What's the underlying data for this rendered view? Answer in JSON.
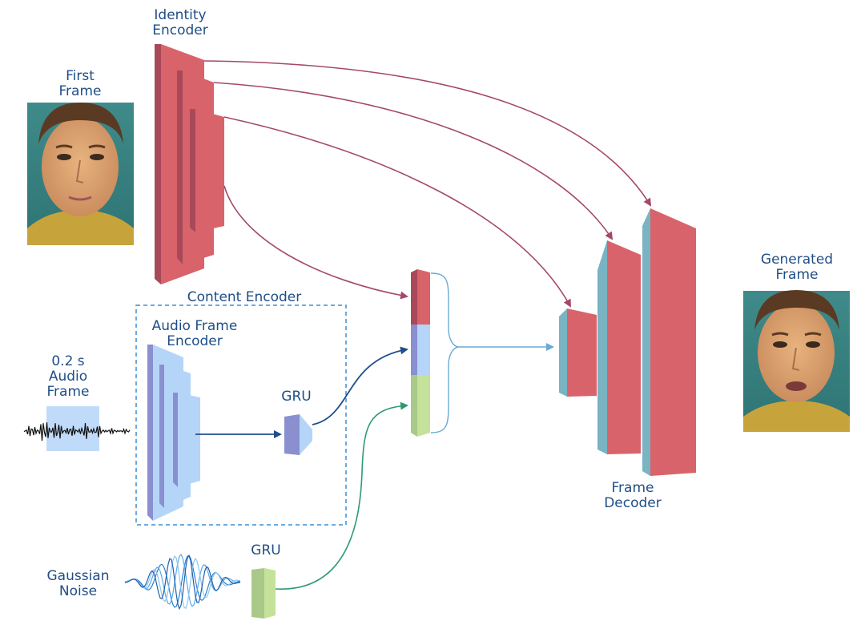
{
  "labels": {
    "identity_encoder": [
      "Identity",
      "Encoder"
    ],
    "first_frame": [
      "First",
      "Frame"
    ],
    "content_encoder": "Content Encoder",
    "audio_frame_encoder": [
      "Audio Frame",
      "Encoder"
    ],
    "audio_input": [
      "0.2 s",
      "Audio",
      "Frame"
    ],
    "gru_audio": "GRU",
    "gru_noise": "GRU",
    "gaussian_noise": [
      "Gaussian",
      "Noise"
    ],
    "generated_frame": [
      "Generated",
      "Frame"
    ],
    "frame_decoder": [
      "Frame",
      "Decoder"
    ]
  },
  "colors": {
    "identity_front": "#d9636a",
    "identity_side": "#a8495a",
    "audio_front": "#b5d5f8",
    "audio_side": "#8a8fcf",
    "noise_front": "#c5e29a",
    "decoder_side": "#7ab3c2",
    "skip_arrow": "#a4486a",
    "audio_arrow": "#1e4f8c",
    "noise_arrow": "#2e9a70",
    "fuse_arrow": "#6aaad4",
    "dashed_box": "#3a8fd6",
    "label_text": "#1f4e86"
  }
}
